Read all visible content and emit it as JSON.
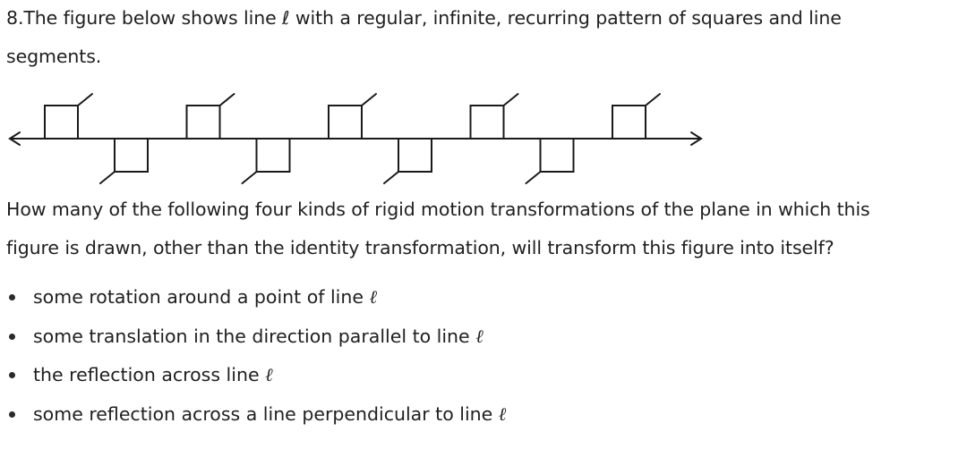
{
  "question": {
    "line1": "8.The figure below shows line ℓ with a regular, infinite, recurring pattern of squares and line",
    "line2": "segments.",
    "prompt_line1": "How many of the following four kinds of rigid motion transformations of the plane in which this",
    "prompt_line2": "figure is drawn, other than the identity transformation, will transform this figure into itself?"
  },
  "options": [
    {
      "text": "some rotation around a point of line ",
      "symbol": "ℓ"
    },
    {
      "text": "some translation in the direction parallel to line ",
      "symbol": "ℓ"
    },
    {
      "text": "the reflection across line ",
      "symbol": "ℓ"
    },
    {
      "text": "some reflection across a line perpendicular to line ",
      "symbol": "ℓ"
    }
  ],
  "figure": {
    "upper_square_count": 5,
    "lower_square_count": 4,
    "arrows": "both-ends"
  }
}
